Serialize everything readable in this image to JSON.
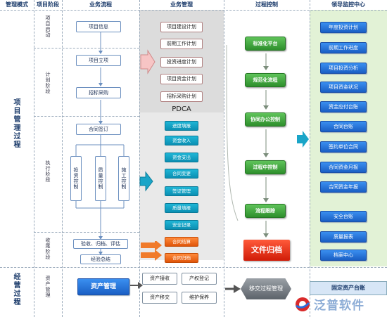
{
  "headers": {
    "mode": "管理模式",
    "stage": "项目阶段",
    "business_flow": "业务流程",
    "business_mgmt": "业务管理",
    "process_control": "过程控制",
    "leader_center": "领导监控中心"
  },
  "modes": {
    "project": "项目管理过程",
    "operation": "经营过程"
  },
  "stages": [
    "项目启动",
    "计划阶段",
    "执行阶段",
    "收尾阶段",
    "资产管理"
  ],
  "flow": {
    "project_info": "项目信息",
    "project_setup": "项目立项",
    "tender": "招标采购",
    "contract_sign": "合同签订",
    "invest_ctrl": "投资控制",
    "quality_ctrl": "质量控制",
    "build_ctrl": "施工控制",
    "acceptance": "验收、归档、评估",
    "summary": "经验总结",
    "asset_mgmt": "资产管理"
  },
  "plans": [
    "项目建设计划",
    "前期工作计划",
    "投资进度计划",
    "项目资金计划",
    "招标采购计划"
  ],
  "pdca": "PDCA",
  "exec_items": [
    "进度填报",
    "资金收入",
    "资金支出",
    "合同变更",
    "签证管理",
    "质量填报",
    "安全记录"
  ],
  "close_items": [
    "合同结算",
    "合同归档"
  ],
  "asset_items": [
    "资产接收",
    "产权登记",
    "资产移交",
    "维护保养"
  ],
  "process": {
    "steps": [
      "标准化平台",
      "规范化流程",
      "协同办公控制",
      "过程中控制",
      "流程跟踪"
    ],
    "archive": "文件归档",
    "transfer": "移交过程管理"
  },
  "leader_group1": [
    "年度投资计划",
    "前期工作进度",
    "项目投资分析",
    "项目资金状况",
    "资金应付台账",
    "合同台账",
    "签约单位合同",
    "合同资金月报",
    "合同资金年报"
  ],
  "leader_group2": [
    "安全台账",
    "质量报表",
    "档案中心"
  ],
  "asset_overview": "固定资产台账",
  "watermark": "泛普软件",
  "colors": {
    "green_col_bg": "#dff1d6",
    "plan_bg": "#d8d8d8",
    "teal": "#0b9fc4",
    "orange": "#f06a1a",
    "blue": "#2a78e0",
    "title": "#1a3a6a"
  }
}
